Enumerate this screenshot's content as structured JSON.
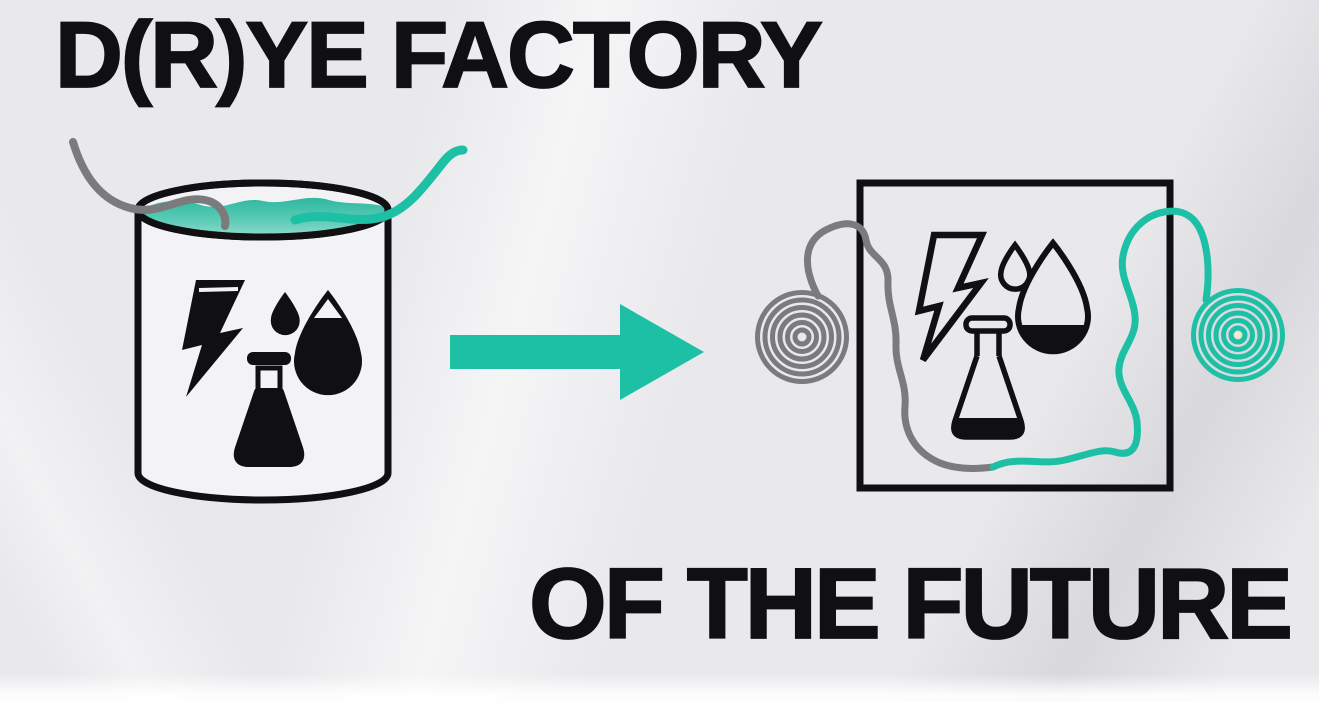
{
  "page": {
    "title_top": "D(R)YE FACTORY",
    "title_bottom": "OF THE FUTURE"
  },
  "colors": {
    "ink": "#101013",
    "teal": "#1ec0a5",
    "gray-thread": "#7b7b7d",
    "bg": "#e9e9ec",
    "vat-fill": "#f3f3f5",
    "liquid-top": "#2eb89f",
    "liquid-mid": "#5fccb7",
    "liquid-bottom": "#c0e9e0",
    "spool-center": "#f3ecc9"
  },
  "icons": {
    "left_illustration": [
      "dye-vat-icon",
      "lightning-bolt-icon",
      "small-drop-icon",
      "large-drop-icon",
      "flask-icon",
      "gray-thread",
      "teal-thread"
    ],
    "center": [
      "right-arrow-icon"
    ],
    "right_illustration": [
      "process-box",
      "lightning-bolt-icon",
      "small-drop-icon",
      "large-drop-icon",
      "flask-icon",
      "gray-thread-spool-icon",
      "teal-thread-spool-icon",
      "gray-thread",
      "teal-thread"
    ]
  }
}
